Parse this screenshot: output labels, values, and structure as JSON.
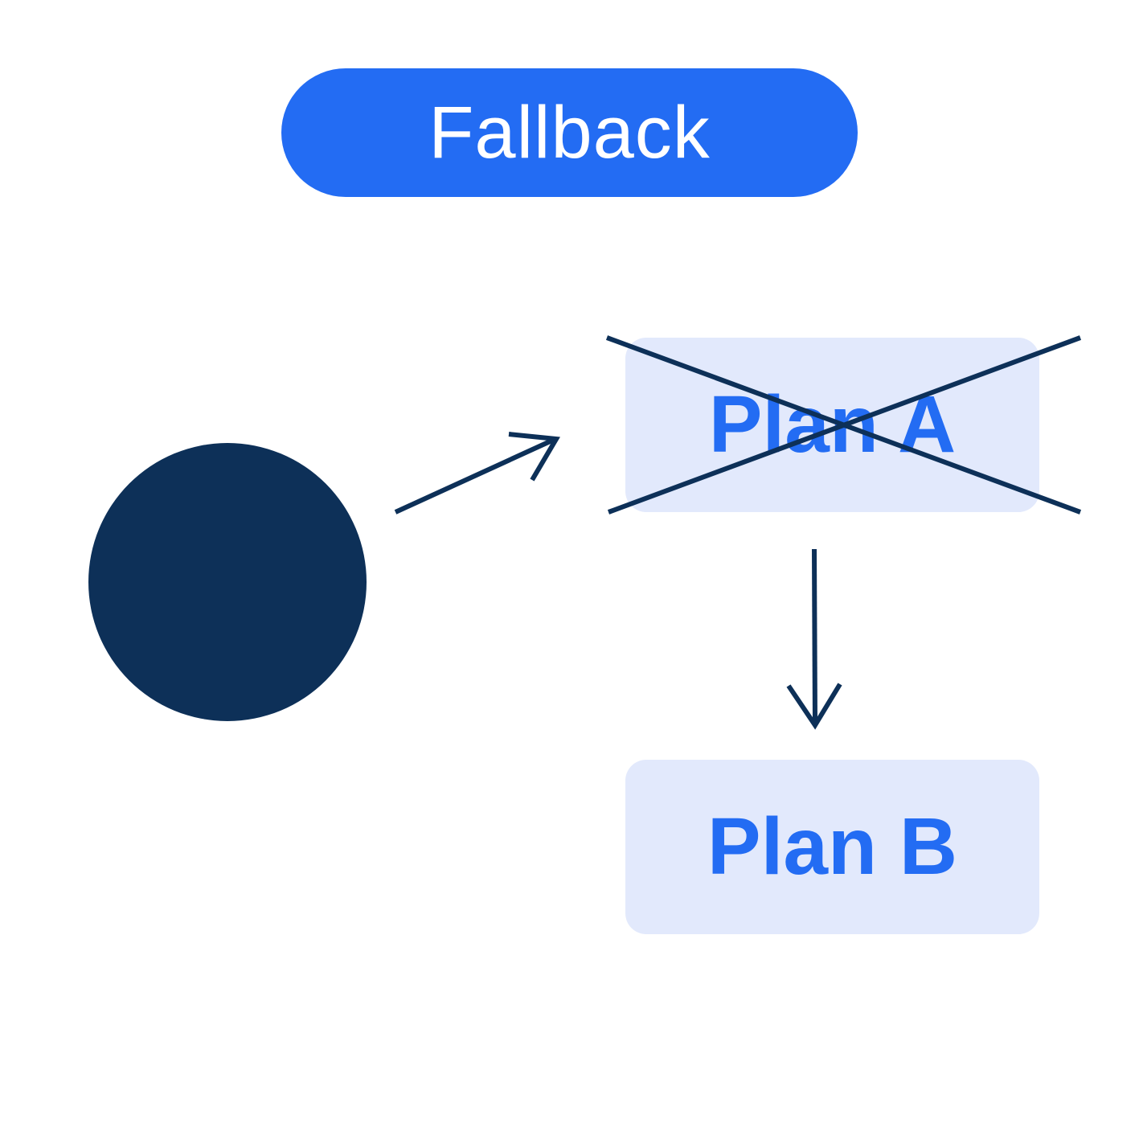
{
  "title": "Fallback",
  "plans": {
    "a": {
      "label": "Plan A",
      "crossed_out": true
    },
    "b": {
      "label": "Plan B",
      "crossed_out": false
    }
  },
  "colors": {
    "accent": "#236CF3",
    "dark": "#0D3058",
    "box_fill": "#E2E9FC",
    "background": "#FFFFFF",
    "title_text": "#FFFFFF"
  },
  "icons": {
    "start_node": "filled-circle",
    "to_plan_a": "arrow-up-right",
    "to_plan_b": "arrow-down",
    "cross": "x-cross-out"
  }
}
